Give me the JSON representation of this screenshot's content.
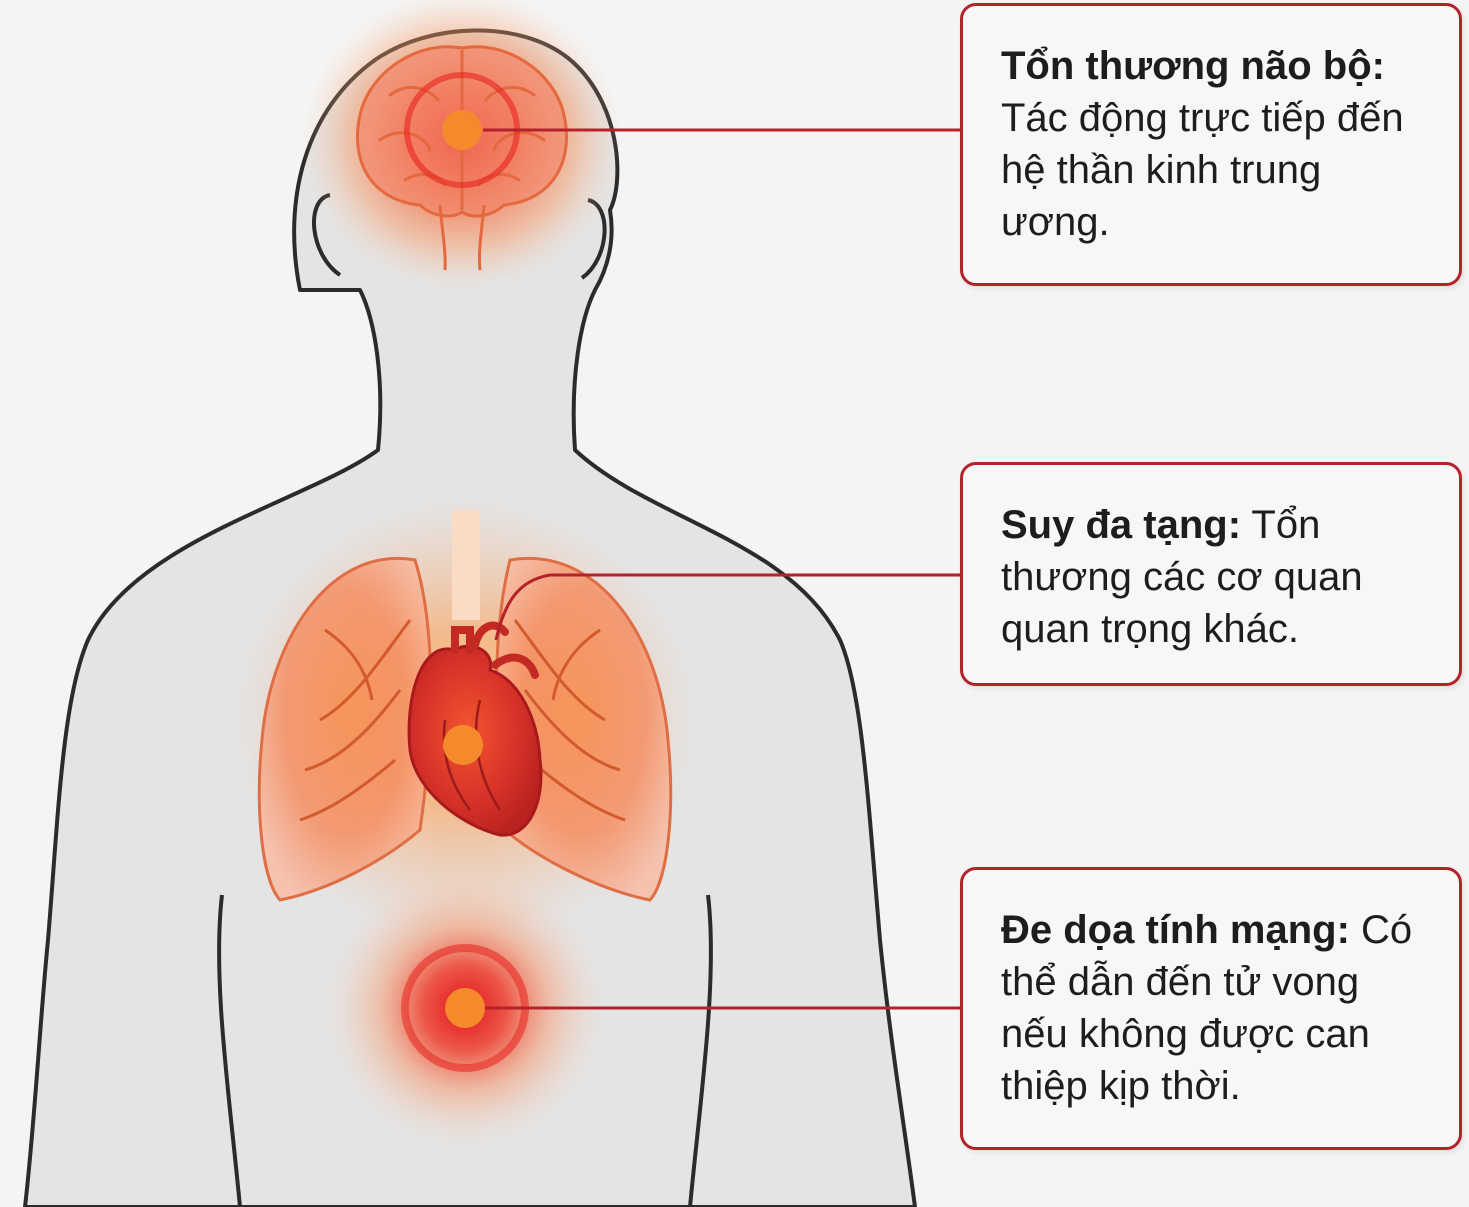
{
  "callouts": [
    {
      "term": "Tổn thương não bộ:",
      "description": "Tác động trực tiếp đến hệ thần kinh trung ương."
    },
    {
      "term": "Suy đa tạng:",
      "description": "Tổn thương các cơ quan quan trọng khác."
    },
    {
      "term": "Đe dọa tính mạng:",
      "description": "Có thể dẫn đến tử vong nếu không được can thiệp kịp thời."
    }
  ],
  "colors": {
    "background": "#f4f4f4",
    "body_fill": "#e3e3e3",
    "outline": "#2b2b2b",
    "accent_red": "#b4222b",
    "glow_orange": "#f26b2a",
    "core_orange": "#f58a2c"
  }
}
